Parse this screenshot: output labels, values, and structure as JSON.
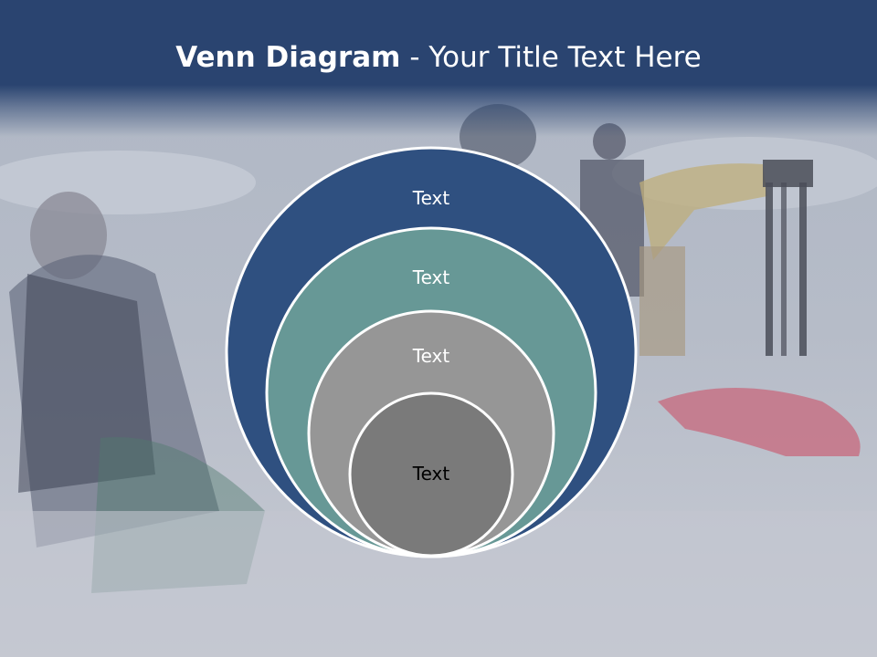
{
  "slide": {
    "title_bold": "Venn Diagram",
    "title_rest": " - Your Title Text Here"
  },
  "diagram": {
    "circles": [
      {
        "label": "Text",
        "fill": "#2f5080",
        "text_color": "#ffffff"
      },
      {
        "label": "Text",
        "fill": "#679896",
        "text_color": "#ffffff"
      },
      {
        "label": "Text",
        "fill": "#969696",
        "text_color": "#ffffff"
      },
      {
        "label": "Text",
        "fill": "#7a7a7a",
        "text_color": "#000000"
      }
    ],
    "stroke_color": "#ffffff"
  },
  "colors": {
    "title_bar": "#2a4470",
    "background": "#c8ccd6"
  }
}
